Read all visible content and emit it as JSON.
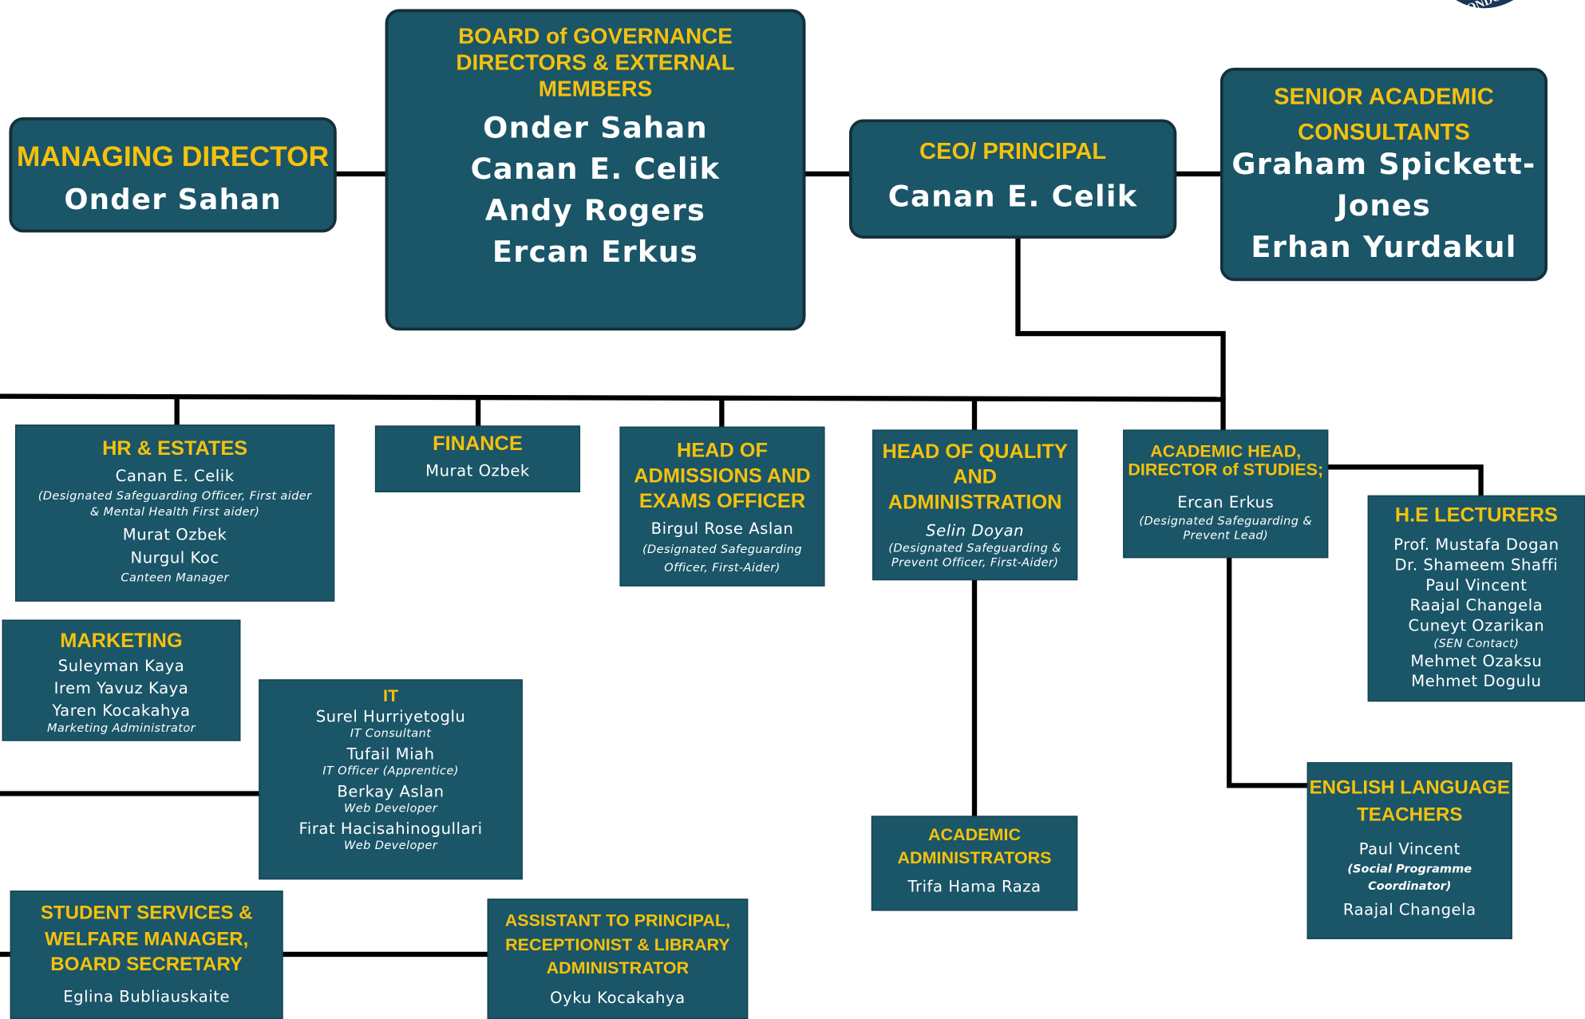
{
  "logo": {
    "text": "LONDON"
  },
  "managing_director": {
    "title": "MANAGING DIRECTOR",
    "name": "Onder Sahan"
  },
  "board": {
    "title_line1": "BOARD of GOVERNANCE",
    "title_line2": "DIRECTORS & EXTERNAL",
    "title_line3": "MEMBERS",
    "members": [
      "Onder Sahan",
      "Canan E. Celik",
      "Andy Rogers",
      "Ercan Erkus"
    ]
  },
  "ceo": {
    "title": "CEO/ PRINCIPAL",
    "name": "Canan E. Celik"
  },
  "senior_consultants": {
    "title_line1": "SENIOR ACADEMIC",
    "title_line2": "CONSULTANTS",
    "name_line1": "Graham Spickett-",
    "name_line2": "Jones",
    "name_line3": "Erhan Yurdakul"
  },
  "hr": {
    "title": "HR & ESTATES",
    "name1": "Canan E. Celik",
    "note1_line1": "(Designated Safeguarding Officer, First aider",
    "note1_line2": "& Mental Health First aider)",
    "name2": "Murat Ozbek",
    "name3": "Nurgul Koc",
    "note3": "Canteen Manager"
  },
  "finance": {
    "title": "FINANCE",
    "name": "Murat Ozbek"
  },
  "admissions": {
    "title_line1": "HEAD OF",
    "title_line2": "ADMISSIONS AND",
    "title_line3": "EXAMS OFFICER",
    "name": "Birgul Rose Aslan",
    "note_line1": "(Designated Safeguarding",
    "note_line2": "Officer, First-Aider)"
  },
  "quality": {
    "title_line1": "HEAD  OF QUALITY",
    "title_line2": "AND",
    "title_line3": "ADMINISTRATION",
    "name": "Selin Doyan",
    "note_line1": "(Designated Safeguarding &",
    "note_line2": "Prevent Officer, First-Aider)"
  },
  "academic_head": {
    "title_line1": "ACADEMIC HEAD,",
    "title_line2": "DIRECTOR of STUDIES;",
    "name": "Ercan Erkus",
    "note_line1": "(Designated Safeguarding &",
    "note_line2": "Prevent Lead)"
  },
  "he_lecturers": {
    "title": "H.E LECTURERS",
    "names": [
      "Prof. Mustafa Dogan",
      "Dr. Shameem Shaffi",
      "Paul Vincent",
      "Raajal Changela",
      "Cuneyt Ozarikan"
    ],
    "note": "(SEN Contact)",
    "names2": [
      "Mehmet Ozaksu",
      "Mehmet Dogulu"
    ]
  },
  "marketing": {
    "title": "MARKETING",
    "names": [
      "Suleyman Kaya",
      "Irem Yavuz Kaya",
      "Yaren Kocakahya"
    ],
    "note": "Marketing Administrator"
  },
  "it": {
    "title": "IT",
    "staff": [
      {
        "name": "Surel Hurriyetoglu",
        "role": "IT Consultant"
      },
      {
        "name": "Tufail Miah",
        "role": "IT Officer (Apprentice)"
      },
      {
        "name": "Berkay Aslan",
        "role": "Web Developer"
      },
      {
        "name": "Firat Hacisahinogullari",
        "role": "Web Developer"
      }
    ]
  },
  "academic_admins": {
    "title_line1": "ACADEMIC",
    "title_line2": "ADMINISTRATORS",
    "name": "Trifa Hama Raza"
  },
  "english_teachers": {
    "title_line1": "ENGLISH LANGUAGE",
    "title_line2": "TEACHERS",
    "name1": "Paul Vincent",
    "note_line1": "(Social Programme",
    "note_line2": "Coordinator)",
    "name2": "Raajal Changela"
  },
  "student_services": {
    "title_line1": "STUDENT SERVICES &",
    "title_line2": "WELFARE MANAGER,",
    "title_line3": "BOARD SECRETARY",
    "name": "Eglina Bubliauskaite"
  },
  "assistant": {
    "title_line1": "ASSISTANT TO PRINCIPAL,",
    "title_line2": "RECEPTIONIST & LIBRARY",
    "title_line3": "ADMINISTRATOR",
    "name": "Oyku Kocakahya"
  },
  "colors": {
    "box": "#1a5568",
    "title": "#f5c10c",
    "text": "#ffffff",
    "line": "#000000"
  }
}
